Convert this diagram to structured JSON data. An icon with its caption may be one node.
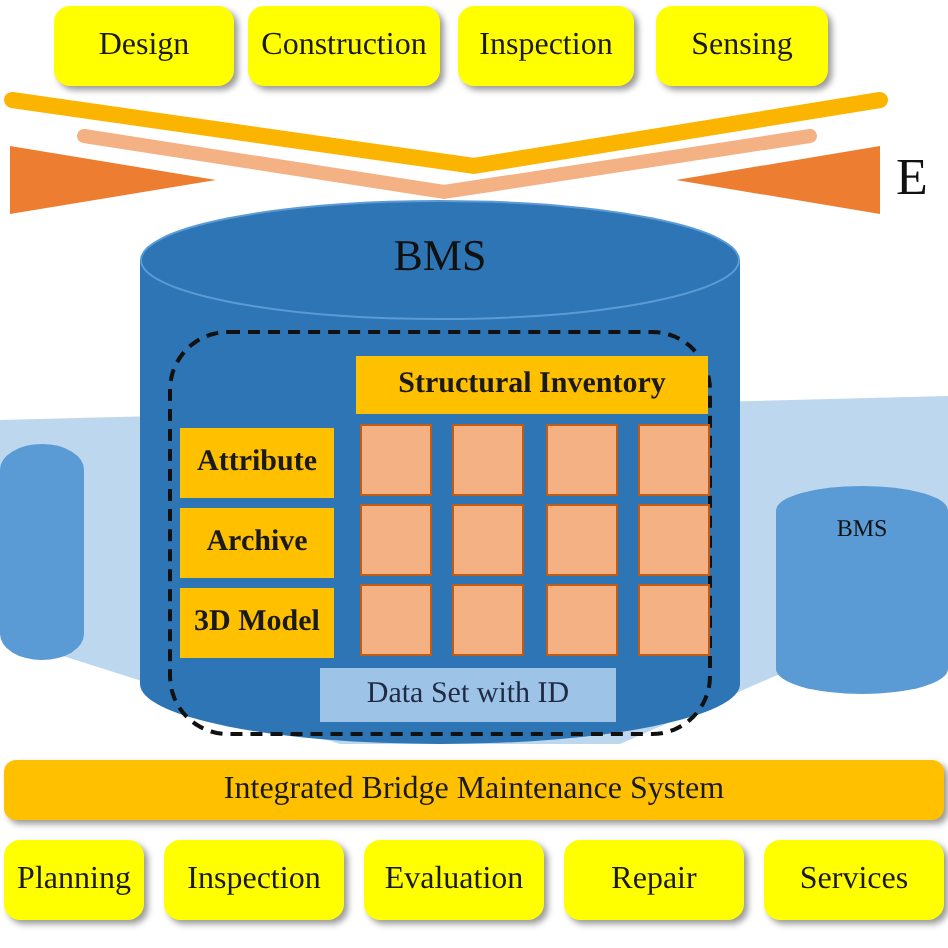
{
  "diagram": {
    "nodes": [
      {
        "text": [
          "Design"
        ]
      },
      {
        "text": [
          "Construction"
        ]
      },
      {
        "text": [
          "Inspection"
        ]
      },
      {
        "text": [
          "Sensing"
        ]
      },
      {
        "text": [],
        "shape": "cylinder"
      },
      {
        "text": [
          "BMS"
        ]
      },
      {
        "text": [],
        "shape": "box",
        "in": 5
      },
      {
        "text": [
          "Structural Inventory"
        ],
        "in": 6
      },
      {
        "text": [
          "Attribute"
        ],
        "in": 6
      },
      {
        "text": [],
        "shape": "box",
        "in": 6
      },
      {
        "text": [],
        "shape": "box",
        "in": 6
      },
      {
        "text": [],
        "shape": "box",
        "in": 6
      },
      {
        "text": [],
        "shape": "box",
        "in": 6
      },
      {
        "text": [
          "Archive"
        ],
        "in": 6
      },
      {
        "text": [],
        "shape": "box",
        "in": 6
      },
      {
        "text": [],
        "shape": "box",
        "in": 6
      },
      {
        "text": [],
        "shape": "box",
        "in": 6
      },
      {
        "text": [],
        "shape": "box",
        "in": 6
      },
      {
        "text": [
          "3D Model"
        ],
        "in": 6
      },
      {
        "text": [],
        "shape": "box",
        "in": 6
      },
      {
        "text": [],
        "shape": "box",
        "in": 6
      },
      {
        "text": [],
        "shape": "box",
        "in": 6
      },
      {
        "text": [],
        "shape": "box",
        "in": 6
      },
      {
        "text": [
          "Data Set with ID"
        ],
        "in": 6
      },
      {
        "text": [
          "BMS"
        ]
      },
      {
        "text": [
          "Integrated Bridge Maintenance System"
        ]
      },
      {
        "text": [
          "Planning"
        ]
      },
      {
        "text": [
          "Inspection"
        ]
      },
      {
        "text": [
          "Evaluation"
        ]
      },
      {
        "text": [
          "Repair"
        ]
      },
      {
        "text": [
          "Services"
        ]
      }
    ],
    "labels": [
      "E"
    ]
  }
}
